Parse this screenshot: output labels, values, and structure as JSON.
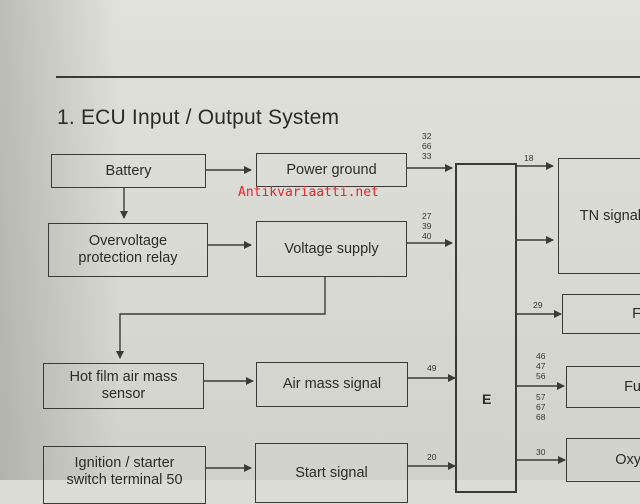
{
  "section": {
    "title": "1.  ECU Input / Output System"
  },
  "watermark": "Antikvariaatti.net",
  "ecu": {
    "label": "E"
  },
  "inputs": {
    "battery": "Battery",
    "overvoltage": "Overvoltage protection relay",
    "power_ground": "Power ground",
    "voltage_supply": "Voltage supply",
    "hot_film": "Hot film air mass sensor",
    "air_mass_signal": "Air mass signal",
    "ignition": "Ignition / starter switch terminal 50",
    "start_signal": "Start signal"
  },
  "outputs": {
    "tn_signal": "TN signal",
    "out_f": "F",
    "out_fu": "Fu",
    "out_oxy": "Oxy"
  },
  "pins": {
    "power_ground": "32\n66\n33",
    "voltage_supply": "27\n39\n40",
    "air_mass": "49",
    "start": "20",
    "tn": "18",
    "f": "29",
    "fu_upper": "46\n47\n56",
    "fu_lower": "57\n67\n68",
    "oxy": "30"
  },
  "colors": {
    "line": "#3a3a3a",
    "watermark": "#e0262b"
  }
}
